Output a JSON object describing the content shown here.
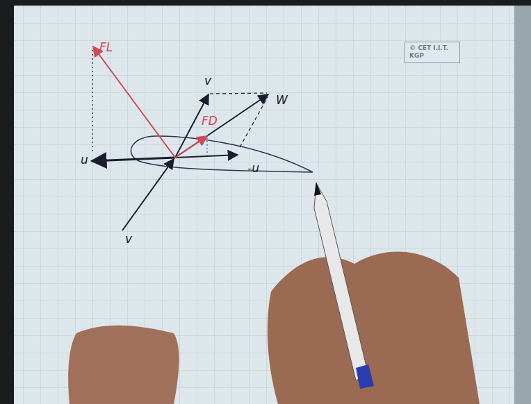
{
  "diagram": {
    "nodes": [
      {
        "text": [
          "© CET I.I.T. KGP"
        ]
      }
    ],
    "edges": [],
    "labels": [
      "FL",
      "v",
      "W",
      "FD",
      "u",
      "-u",
      "v"
    ]
  }
}
